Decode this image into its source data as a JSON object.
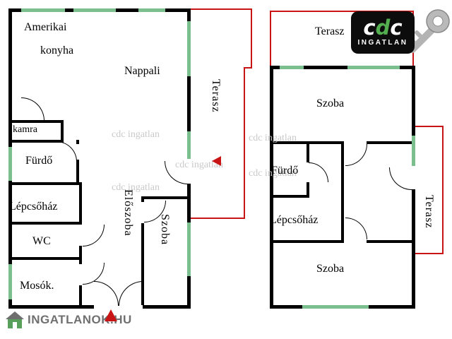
{
  "colors": {
    "wall": "#000000",
    "window": "#7cbf8e",
    "terrace_outline": "#c81414",
    "watermark": "#c9c9c9",
    "brand_green": "#53ae4f",
    "footer_gray": "#707070"
  },
  "left_unit": {
    "kitchen_line1": "Amerikai",
    "kitchen_line2": "konyha",
    "living": "Nappali",
    "terrace": "Terasz",
    "pantry": "kamra",
    "bathroom": "Fürdő",
    "staircase": "Lépcsőház",
    "wc": "WC",
    "laundry": "Mosók.",
    "hallway": "Előszoba",
    "room": "Szoba"
  },
  "right_unit": {
    "terrace_top": "Terasz",
    "room_top": "Szoba",
    "bathroom": "Fürdő",
    "staircase": "Lépcsőház",
    "room_bottom": "Szoba",
    "terrace_side": "Terasz"
  },
  "watermark": {
    "text": "cdc ingatlan"
  },
  "cdc_logo": {
    "c1": "c",
    "d": "d",
    "c2": "c",
    "subtitle": "INGATLAN"
  },
  "footer": {
    "site": "INGATLANOK.HU"
  }
}
